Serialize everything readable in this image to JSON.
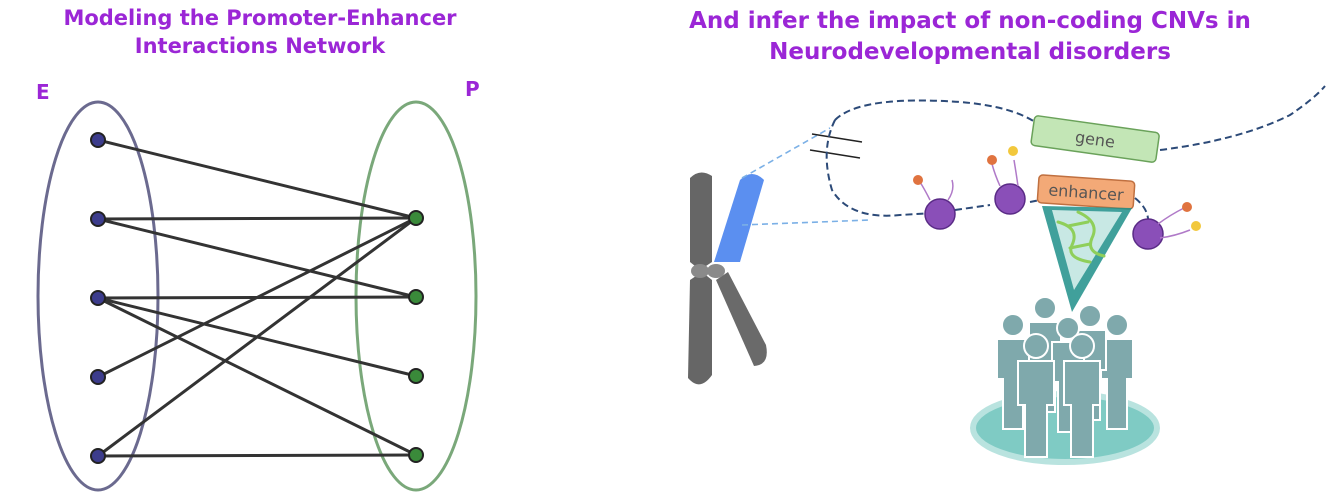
{
  "left_panel": {
    "title_line1": "Modeling the Promoter-Enhancer",
    "title_line2": "Interactions Network",
    "enhancer_set_label": "E",
    "promoter_set_label": "P",
    "enhancer_count": 5,
    "promoter_count": 4,
    "edges": [
      [
        0,
        0
      ],
      [
        1,
        0
      ],
      [
        1,
        1
      ],
      [
        2,
        1
      ],
      [
        2,
        2
      ],
      [
        2,
        3
      ],
      [
        3,
        0
      ],
      [
        4,
        0
      ],
      [
        4,
        3
      ]
    ],
    "colors": {
      "enhancer_node": "#3c3c8c",
      "promoter_node": "#3a8a3a",
      "enhancer_ellipse": "#6b6a8f",
      "promoter_ellipse": "#7aa87a",
      "edge": "#333333"
    }
  },
  "right_panel": {
    "title_line1": "And infer the impact of non-coding CNVs in",
    "title_line2": "Neurodevelopmental disorders",
    "gene_label": "gene",
    "enhancer_label": "enhancer",
    "colors": {
      "gene_box": "#c3e6b6",
      "enhancer_box": "#f3a977",
      "chromatin": "#2c4a78",
      "nucleosome": "#8a4fb8",
      "people": "#7fa9ac",
      "beam": "#1e8f8a",
      "platform": "#7fcbc4",
      "chromosome": "#666666",
      "chromosome_highlight": "#5b8ff0"
    }
  }
}
